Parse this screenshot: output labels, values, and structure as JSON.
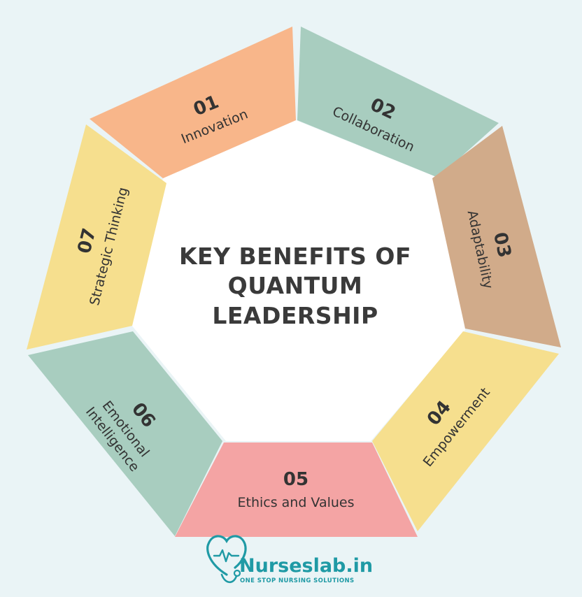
{
  "title": {
    "line1": "KEY BENEFITS OF",
    "line2": "QUANTUM",
    "line3": "LEADERSHIP"
  },
  "segments": [
    {
      "number": "01",
      "label": "Innovation",
      "color": "#f8b68a"
    },
    {
      "number": "02",
      "label": "Collaboration",
      "color": "#a8cdbf"
    },
    {
      "number": "03",
      "label": "Adaptability",
      "color": "#d1ab8a"
    },
    {
      "number": "04",
      "label": "Empowerment",
      "color": "#f6df8e"
    },
    {
      "number": "05",
      "label": "Ethics and Values",
      "color": "#f4a4a4"
    },
    {
      "number": "06",
      "label_line1": "Emotional",
      "label_line2": "Intelligence",
      "color": "#a8cdbf"
    },
    {
      "number": "07",
      "label": "Strategic Thinking",
      "color": "#f6df8e"
    }
  ],
  "logo": {
    "name": "Nurseslab.in",
    "tagline": "ONE STOP NURSING SOLUTIONS",
    "color": "#1f9aa5"
  }
}
